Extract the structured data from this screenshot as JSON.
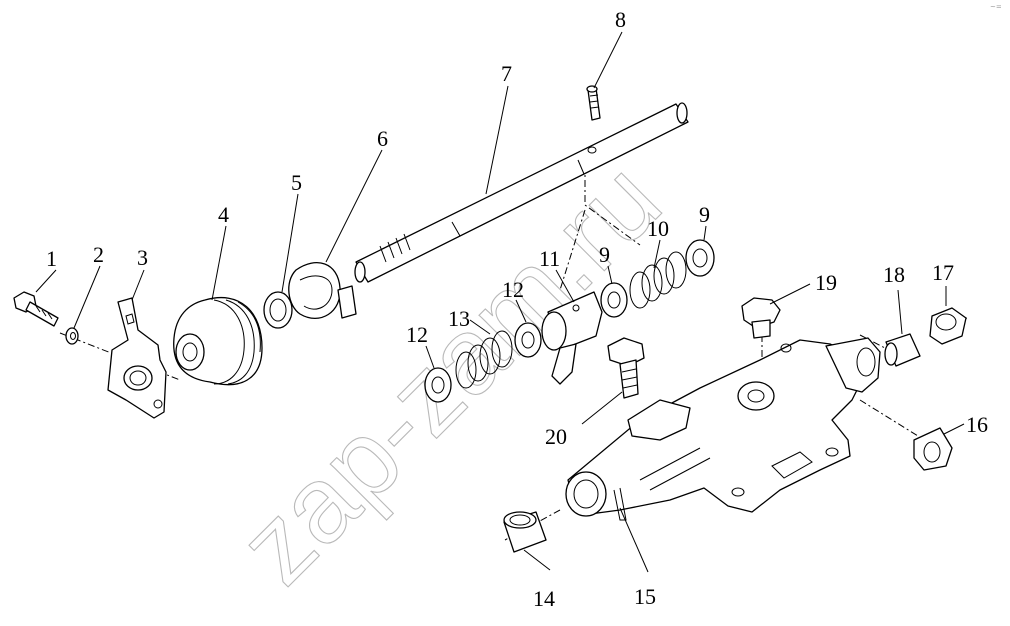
{
  "watermark": "zap-zam.ru",
  "corner_mark": "~=",
  "callouts": {
    "c1": "1",
    "c2": "2",
    "c3": "3",
    "c4": "4",
    "c5": "5",
    "c6": "6",
    "c7": "7",
    "c8": "8",
    "c9a": "9",
    "c9b": "9",
    "c10": "10",
    "c11": "11",
    "c12a": "12",
    "c12b": "12",
    "c13": "13",
    "c14": "14",
    "c15": "15",
    "c16": "16",
    "c17": "17",
    "c18": "18",
    "c19": "19",
    "c20": "20"
  }
}
